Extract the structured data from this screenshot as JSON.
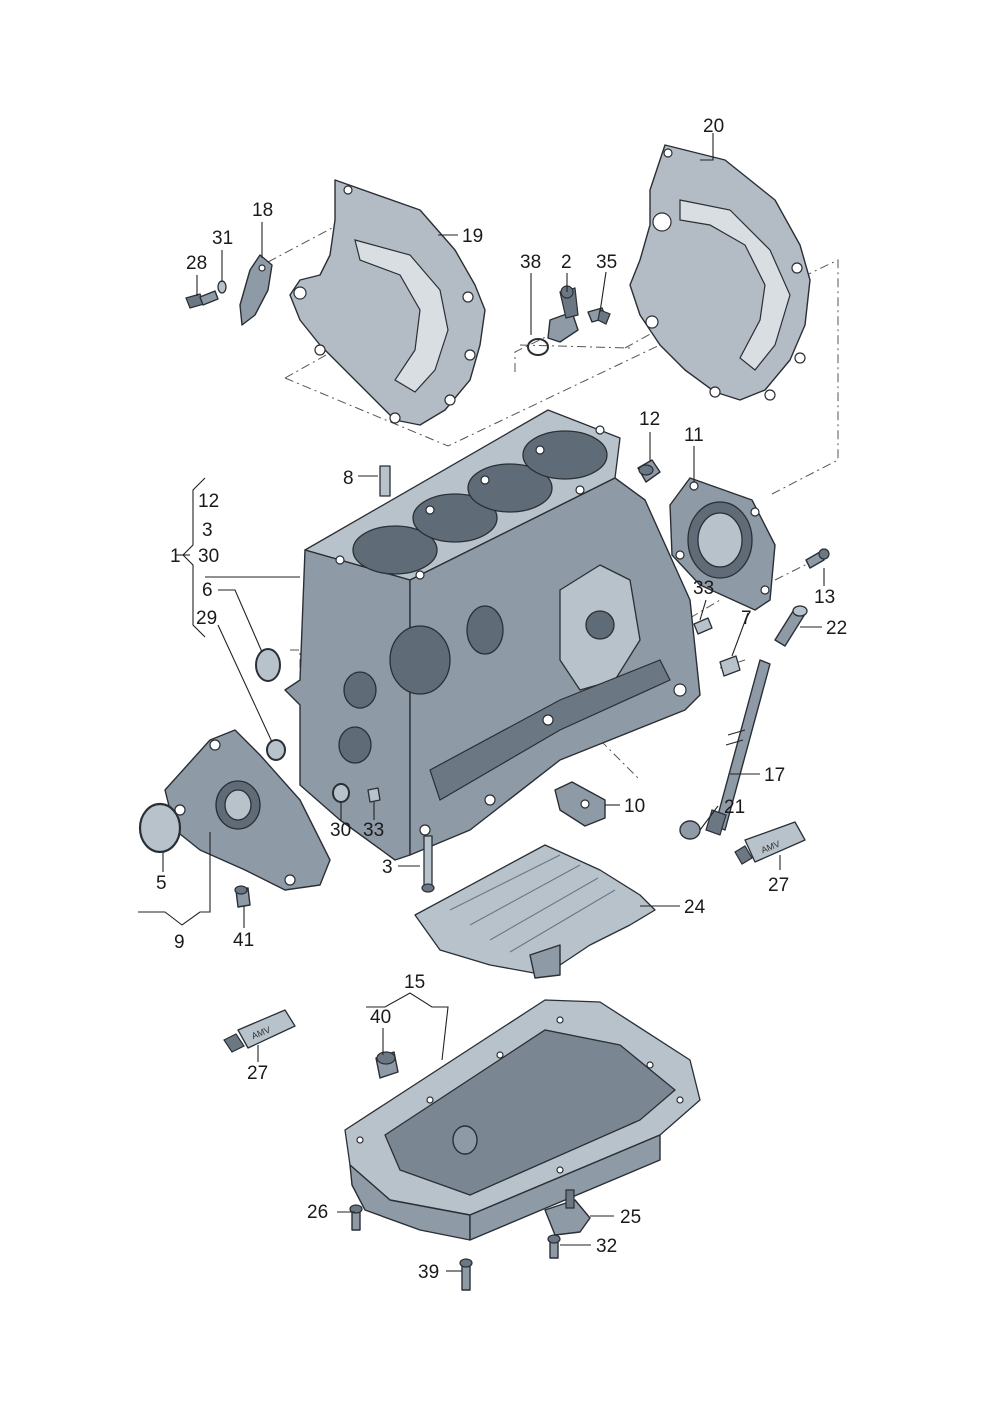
{
  "callouts": {
    "c1": "1",
    "c2": "2",
    "c3a": "3",
    "c3b": "3",
    "c5": "5",
    "c6": "6",
    "c7": "7",
    "c8": "8",
    "c9": "9",
    "c10": "10",
    "c11": "11",
    "c12a": "12",
    "c12b": "12",
    "c13": "13",
    "c15": "15",
    "c17": "17",
    "c18": "18",
    "c19": "19",
    "c20": "20",
    "c21": "21",
    "c22": "22",
    "c24": "24",
    "c25": "25",
    "c26": "26",
    "c27a": "27",
    "c27b": "27",
    "c28": "28",
    "c29": "29",
    "c30a": "30",
    "c30b": "30",
    "c31": "31",
    "c32": "32",
    "c33a": "33",
    "c33b": "33",
    "c35": "35",
    "c38": "38",
    "c39": "39",
    "c40": "40",
    "c41": "41"
  },
  "tube_label": "AMV"
}
